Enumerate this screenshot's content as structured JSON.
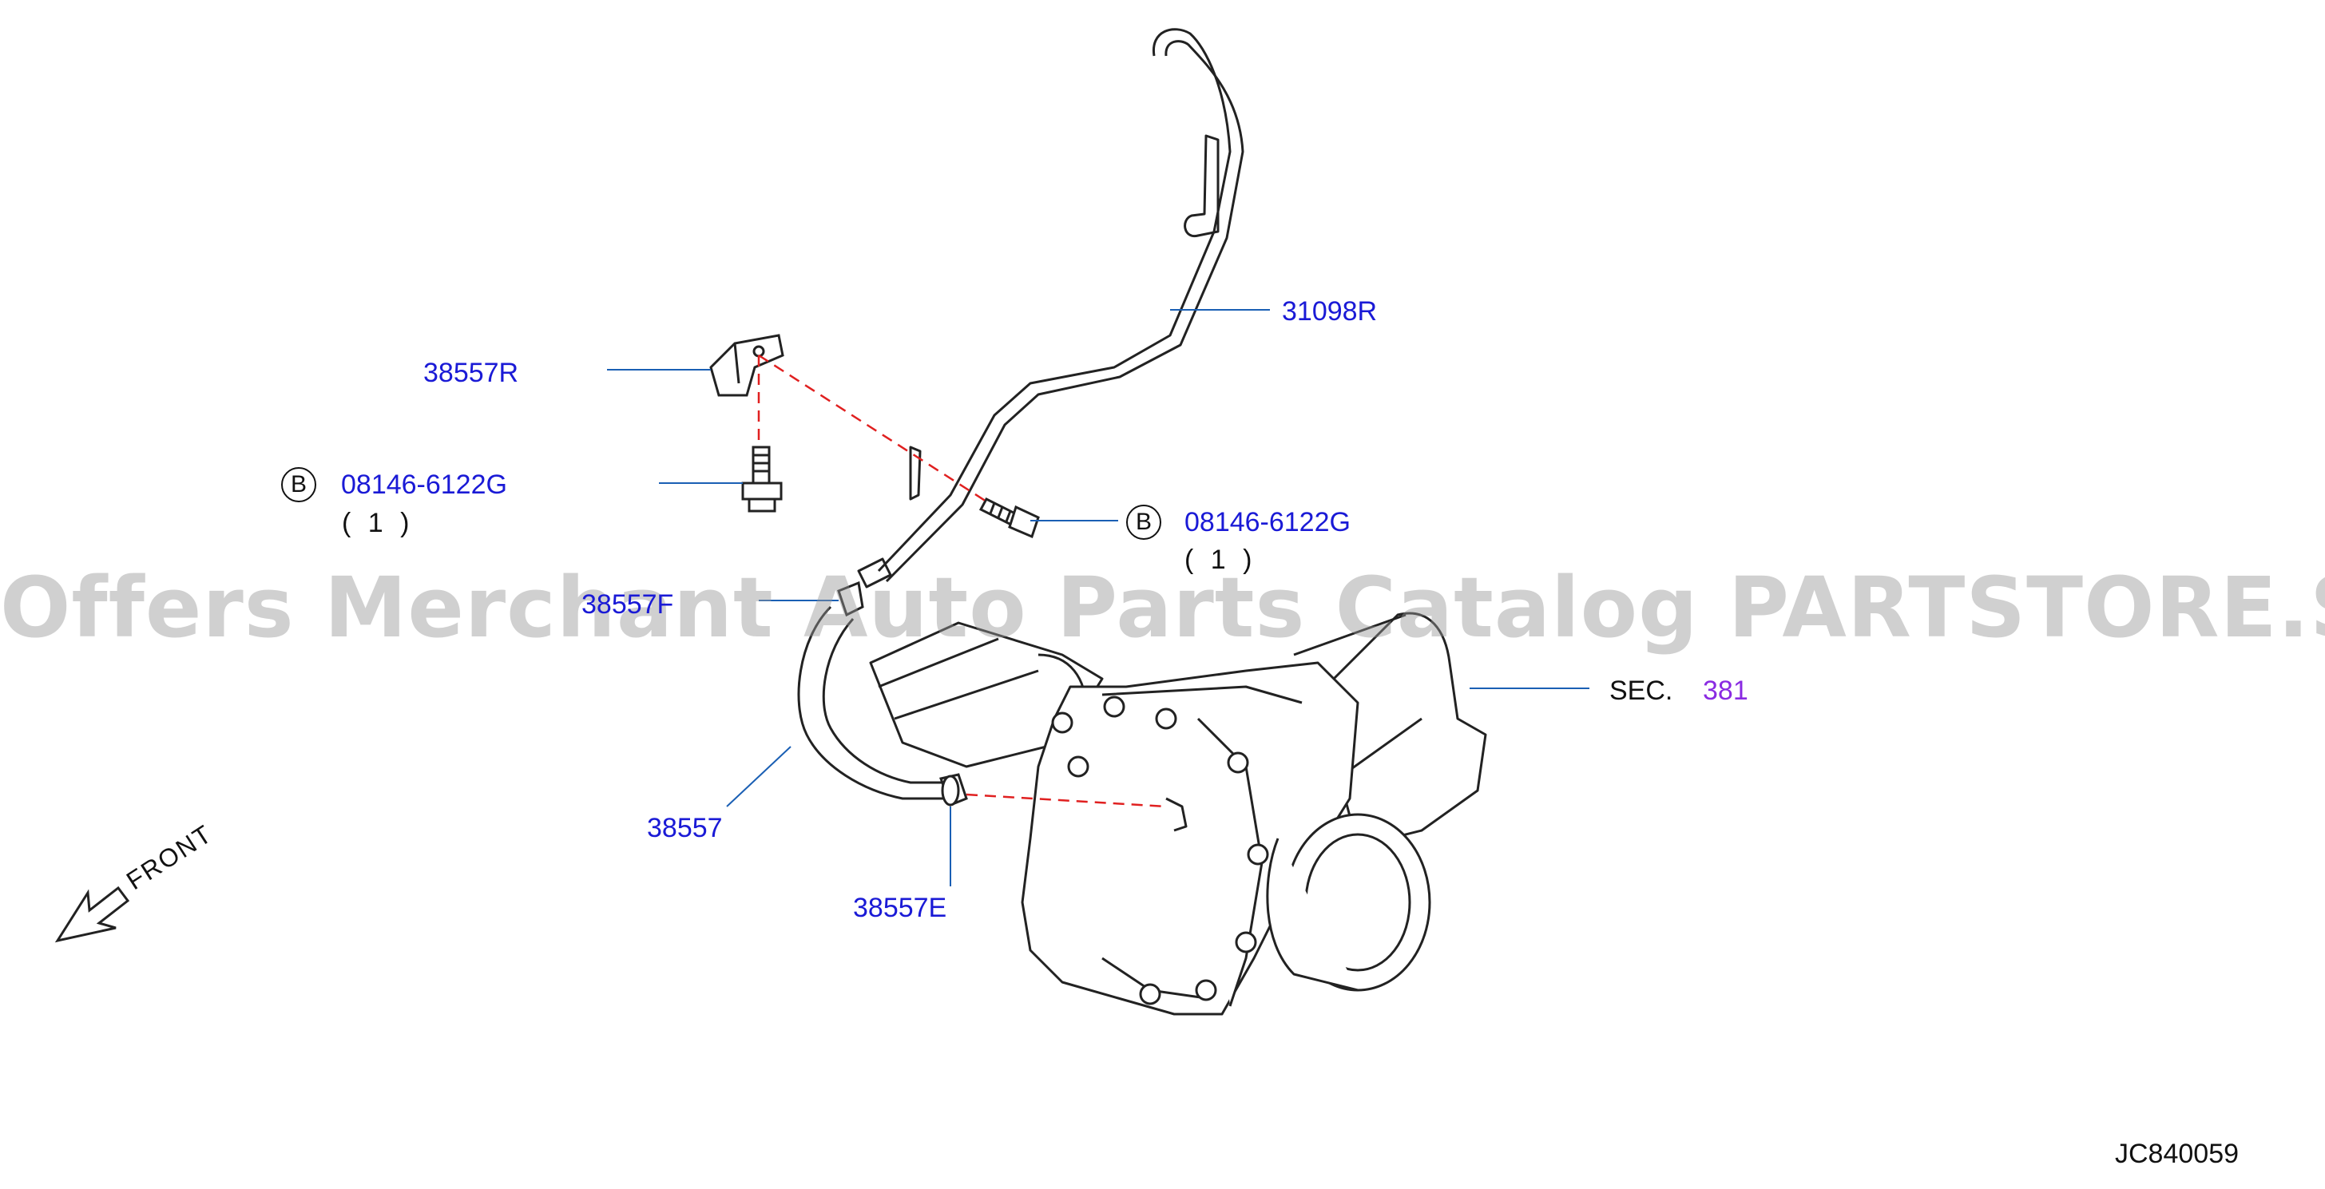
{
  "callouts": {
    "p31098R": "31098R",
    "p38557R": "38557R",
    "bolt_left": {
      "badge": "B",
      "part": "08146-6122G",
      "qty": "( 1 )"
    },
    "bolt_right": {
      "badge": "B",
      "part": "08146-6122G",
      "qty": "( 1 )"
    },
    "p38557F": "38557F",
    "p38557": "38557",
    "p38557E": "38557E",
    "section": {
      "prefix": "SEC.",
      "number": "381"
    }
  },
  "front_label": "FRONT",
  "diagram_id": "JC840059",
  "watermark": "Offers Merchant Auto Parts Catalog PARTSTORE.SA",
  "colors": {
    "part_number": "#1a1ad6",
    "section_link": "#8a2be2",
    "leader_line": "#1a5fb4",
    "dashed_line": "#e02020",
    "drawing": "#222222"
  }
}
